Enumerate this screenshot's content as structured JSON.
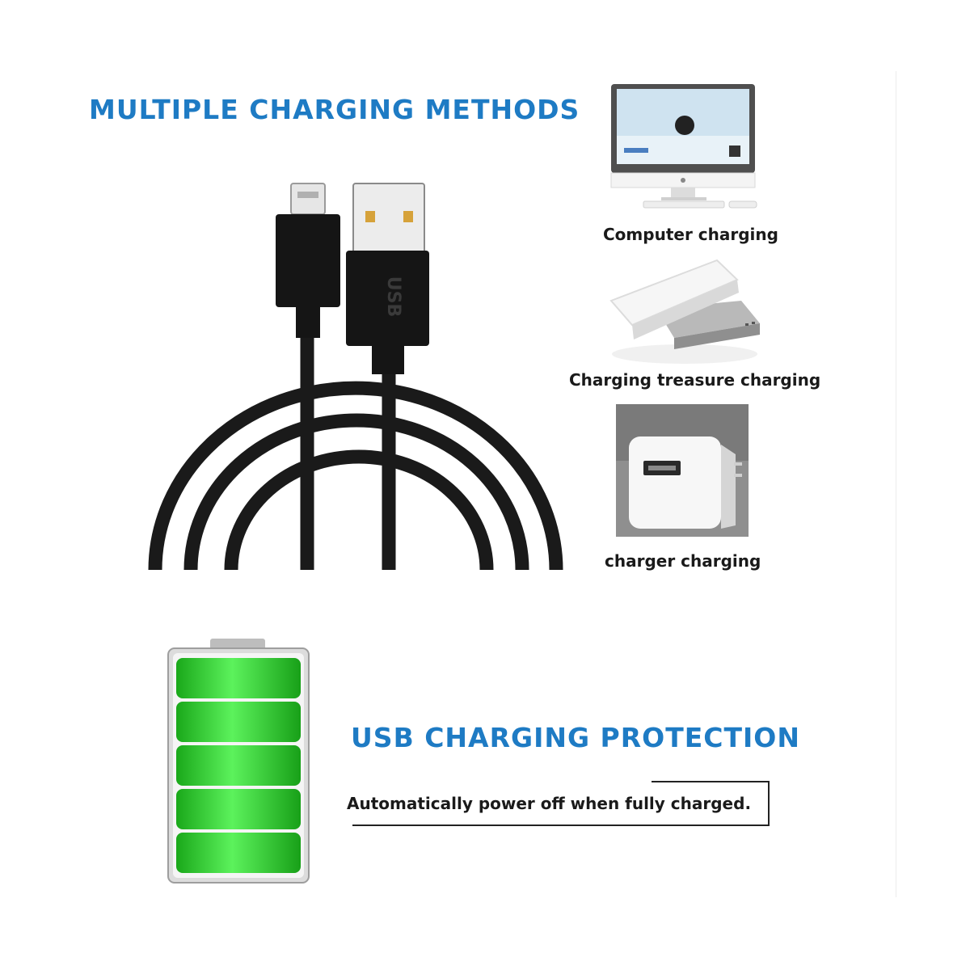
{
  "headings": {
    "methods": "MULTIPLE CHARGING METHODS",
    "protection": "USB CHARGING PROTECTION"
  },
  "methods": {
    "computer": "Computer charging",
    "powerbank": "Charging treasure charging",
    "charger": "charger charging"
  },
  "protection": {
    "tagline": "Automatically power off when fully charged."
  },
  "cable": {
    "connector_text": "USB"
  },
  "icons": {
    "cable": "usb-cable-icon",
    "computer": "computer-icon",
    "powerbank": "power-bank-icon",
    "charger": "wall-charger-icon",
    "battery": "full-battery-icon"
  },
  "colors": {
    "heading": "#1e7bc4",
    "battery_green": "#3ad63a",
    "cable": "#1a1a1a"
  }
}
